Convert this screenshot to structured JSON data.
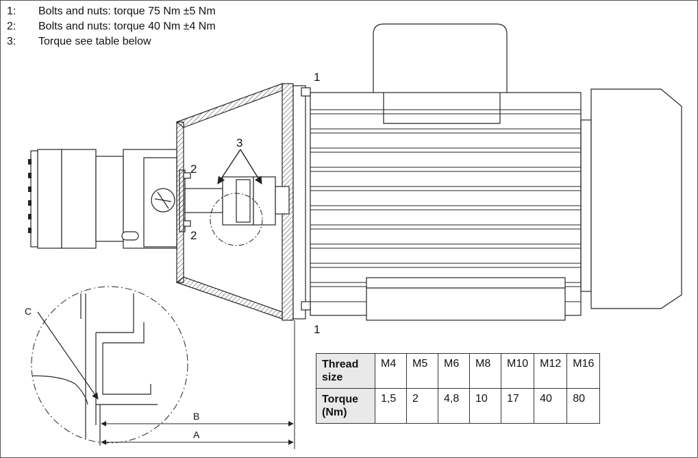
{
  "notes": [
    {
      "num": "1:",
      "text": "Bolts and nuts: torque 75 Nm ±5 Nm"
    },
    {
      "num": "2:",
      "text": "Bolts and nuts: torque 40 Nm ±4 Nm"
    },
    {
      "num": "3:",
      "text": "Torque see table below"
    }
  ],
  "callouts": {
    "one_top": "1",
    "one_bottom": "1",
    "two_top": "2",
    "two_bottom": "2",
    "three": "3",
    "c": "C",
    "b": "B",
    "a": "A"
  },
  "table": {
    "row1_header": "Thread size",
    "row2_header": "Torque (Nm)",
    "thread_sizes": [
      "M4",
      "M5",
      "M6",
      "M8",
      "M10",
      "M12",
      "M16"
    ],
    "torques": [
      "1,5",
      "2",
      "4,8",
      "10",
      "17",
      "40",
      "80"
    ]
  }
}
